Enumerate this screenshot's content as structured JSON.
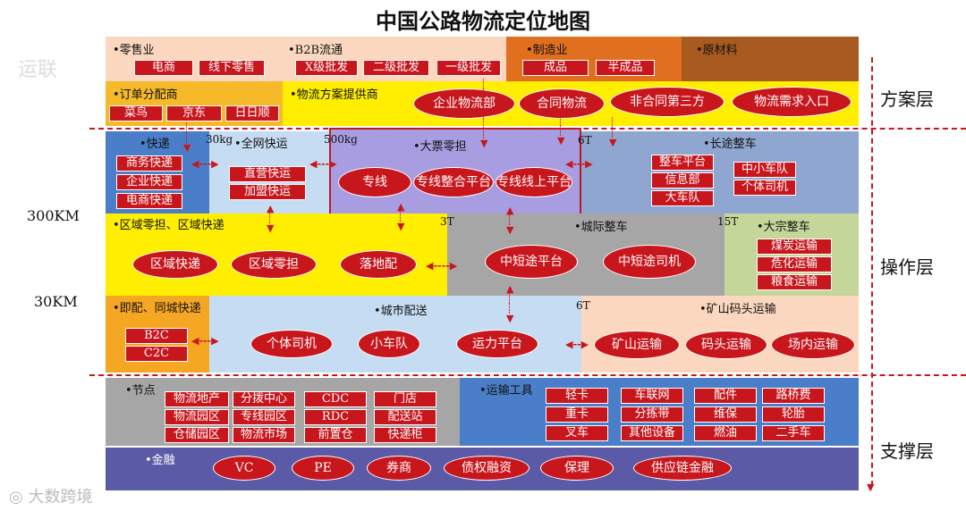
{
  "title": "中国公路物流定位地图",
  "layers": {
    "plan": "方案层",
    "operate": "操作层",
    "support": "支撑层"
  },
  "distances": {
    "d300": "300KM",
    "d30": "30KM"
  },
  "weights": {
    "w30kg": "30kg",
    "w500kg": "500kg",
    "w6t_top": "6T",
    "w3t": "3T",
    "w15t": "15T",
    "w6t_bottom": "6T"
  },
  "retail": {
    "label": "•零售业",
    "items": [
      "电商",
      "线下零售"
    ]
  },
  "b2b": {
    "label": "•B2B流通",
    "items": [
      "X级批发",
      "二级批发",
      "一级批发"
    ]
  },
  "manufacturing": {
    "label": "•制造业",
    "items": [
      "成品",
      "半成品"
    ]
  },
  "raw": {
    "label": "•原材料"
  },
  "order": {
    "label": "•订单分配商",
    "items": [
      "菜鸟",
      "京东",
      "日日顺"
    ]
  },
  "solution": {
    "label": "•物流方案提供商",
    "items": [
      "企业物流部",
      "合同物流",
      "非合同第三方",
      "物流需求入口"
    ]
  },
  "express": {
    "label": "•快递",
    "items": [
      "商务快递",
      "企业快递",
      "电商快递"
    ]
  },
  "network": {
    "label": "•全网快运",
    "items": [
      "直营快运",
      "加盟快运"
    ]
  },
  "ltl": {
    "label": "•大票零担",
    "items": [
      "专线",
      "专线整合平台",
      "专线线上平台"
    ]
  },
  "longhaul": {
    "label": "•长途整车",
    "items": [
      "整车平台",
      "信息部",
      "大车队",
      "中小车队",
      "个体司机"
    ]
  },
  "regional": {
    "label": "•区域零担、区域快递",
    "items": [
      "区域快递",
      "区域零担",
      "落地配"
    ]
  },
  "intercity": {
    "label": "•城际整车",
    "items": [
      "中短途平台",
      "中短途司机"
    ]
  },
  "bulk": {
    "label": "•大宗整车",
    "items": [
      "煤炭运输",
      "危化运输",
      "粮食运输"
    ]
  },
  "instant": {
    "label": "•即配、同城快递",
    "items": [
      "B2C",
      "C2C"
    ]
  },
  "city": {
    "label": "•城市配送",
    "items": [
      "个体司机",
      "小车队",
      "运力平台"
    ]
  },
  "mine": {
    "label": "•矿山码头运输",
    "items": [
      "矿山运输",
      "码头运输",
      "场内运输"
    ]
  },
  "nodes": {
    "label": "•节点",
    "items": [
      "物流地产",
      "分拨中心",
      "CDC",
      "门店",
      "物流园区",
      "专线园区",
      "RDC",
      "配送站",
      "仓储园区",
      "物流市场",
      "前置仓",
      "快递柜"
    ]
  },
  "tools": {
    "label": "•运输工具",
    "items": [
      "轻卡",
      "车联网",
      "配件",
      "路桥费",
      "重卡",
      "分拣带",
      "维保",
      "轮胎",
      "叉车",
      "其他设备",
      "燃油",
      "二手车"
    ]
  },
  "finance": {
    "label": "•金融",
    "items": [
      "VC",
      "PE",
      "券商",
      "债权融资",
      "保理",
      "供应链金融"
    ]
  },
  "watermark": "运联",
  "brand": "大数跨境"
}
